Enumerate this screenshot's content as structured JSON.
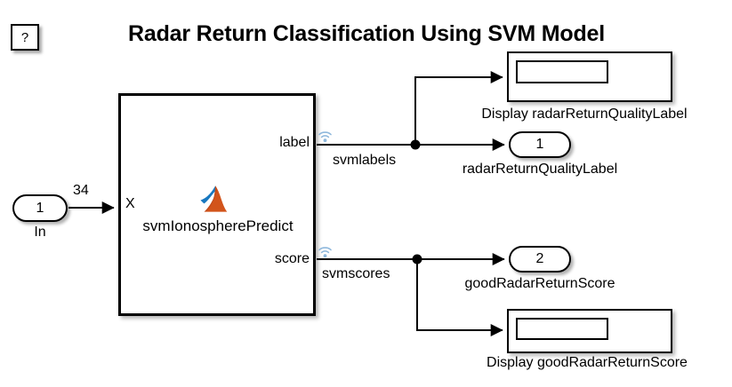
{
  "page": {
    "title": "Radar Return Classification Using SVM Model",
    "background": "#ffffff"
  },
  "help_button": {
    "label": "?",
    "name": "help-button"
  },
  "system_block": {
    "name": "svmIonospherePredict",
    "input_port_label": "X",
    "output_ports": [
      {
        "label": "label"
      },
      {
        "label": "score"
      }
    ],
    "icon": "matlab-membrane-logo"
  },
  "inports": [
    {
      "number": "1",
      "label": "In",
      "signal_width": "34"
    }
  ],
  "outports": [
    {
      "number": "1",
      "label": "radarReturnQualityLabel"
    },
    {
      "number": "2",
      "label": "goodRadarReturnScore"
    }
  ],
  "displays": [
    {
      "label": "Display radarReturnQualityLabel",
      "value": ""
    },
    {
      "label": "Display goodRadarReturnScore",
      "value": ""
    }
  ],
  "signals": [
    {
      "name": "svmlabels",
      "source": "label",
      "badge": "wireless-icon"
    },
    {
      "name": "svmscores",
      "source": "score",
      "badge": "wireless-icon"
    }
  ],
  "colors": {
    "line": "#000000",
    "block_border": "#000000",
    "canvas": "#ffffff",
    "logo_orange": "#d2541b",
    "logo_blue": "#1878c0",
    "badge_blue": "#8fb8dc"
  }
}
